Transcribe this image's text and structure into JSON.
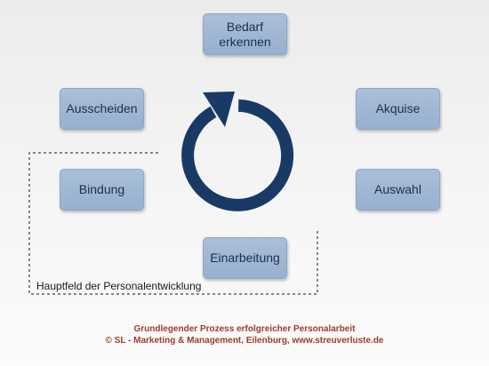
{
  "steps": {
    "bedarf": {
      "line1": "Bedarf",
      "line2": "erkennen"
    },
    "akquise": "Akquise",
    "auswahl": "Auswahl",
    "einarbeitung": "Einarbeitung",
    "bindung": "Bindung",
    "ausscheiden": "Ausscheiden"
  },
  "area_label": "Hauptfeld der Personalentwicklung",
  "footer": {
    "line1": "Grundlegender Prozess erfolgreicher Personalarbeit",
    "line2": "© SL - Marketing & Management, Eilenburg, www.streuverluste.de"
  },
  "colors": {
    "box_fill": "#a1b8d4",
    "box_text": "#1c2f4e",
    "cycle_arrow": "#1a3a66",
    "dashed_border": "#3a3a6a",
    "footer_text": "#a23a2c"
  },
  "icons": {
    "cycle": "circular-arrow-icon"
  }
}
